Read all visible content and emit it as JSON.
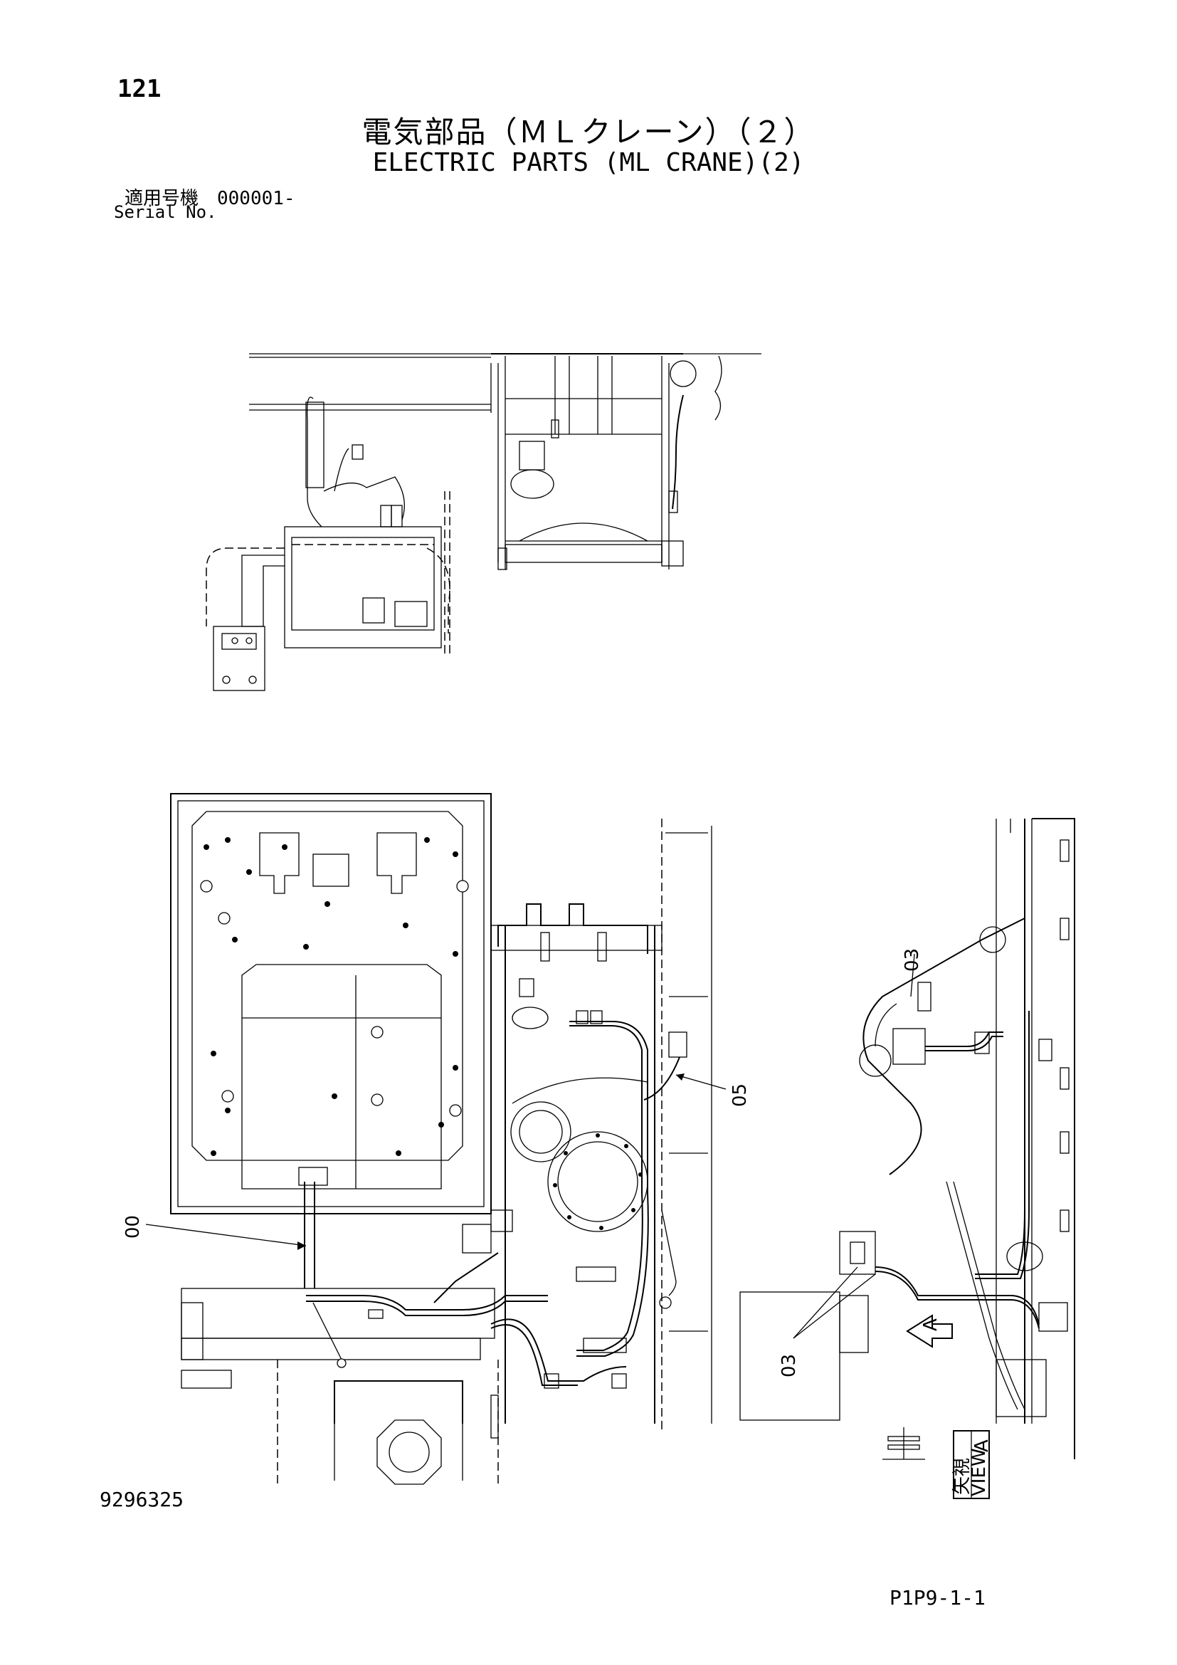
{
  "header": {
    "page_number": "121",
    "title_jp": "電気部品（ＭＬクレーン）（２）",
    "title_en": "ELECTRIC PARTS (ML CRANE)(2)",
    "serial_label_jp": "適用号機　000001-",
    "serial_label_en": "Serial No."
  },
  "drawing": {
    "callouts": {
      "c00": "00",
      "c05": "05",
      "c03_top": "03",
      "c03_bottom": "03"
    },
    "view_label": {
      "arrow_letter": "A",
      "box_letter": "A",
      "kanji": "矢視",
      "view_word": "VIEW"
    }
  },
  "footer": {
    "doc_number": "9296325",
    "page_ref": "P1P9-1-1"
  }
}
